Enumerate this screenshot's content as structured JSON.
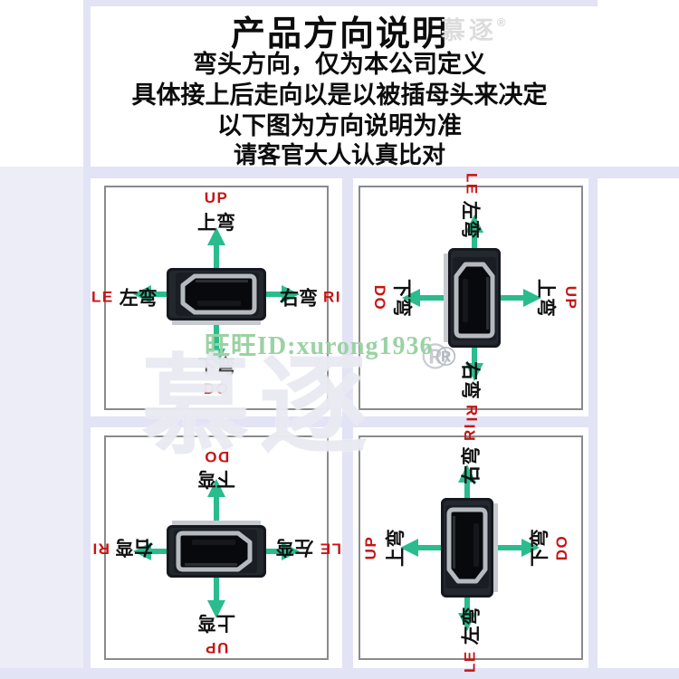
{
  "header": {
    "title": "产品方向说明",
    "brand_watermark": "慕逐",
    "registered_mark": "®",
    "subtitle_lines": [
      "弯头方向，仅为本公司定义",
      "具体接上后走向以是以被插母头来决定",
      "以下图为方向说明为准",
      "请客官大人认真比对"
    ]
  },
  "labels": {
    "up_en": "UP",
    "up_cn": "上弯",
    "down_en": "DO",
    "down_cn": "下弯",
    "left_en": "LE",
    "left_cn": "左弯",
    "right_en": "RI",
    "right_cn": "右弯"
  },
  "watermarks": {
    "seller_id": "旺旺ID:xurong1936",
    "registered_mark": "®",
    "brand_large": "慕逐"
  },
  "colors": {
    "arrow_green": "#2abc8d",
    "label_red": "#c81414",
    "panel_border_gray": "#8a8a8a",
    "background_lavender": "#e2e3f4",
    "seller_watermark_green": "#9bd2a3"
  }
}
